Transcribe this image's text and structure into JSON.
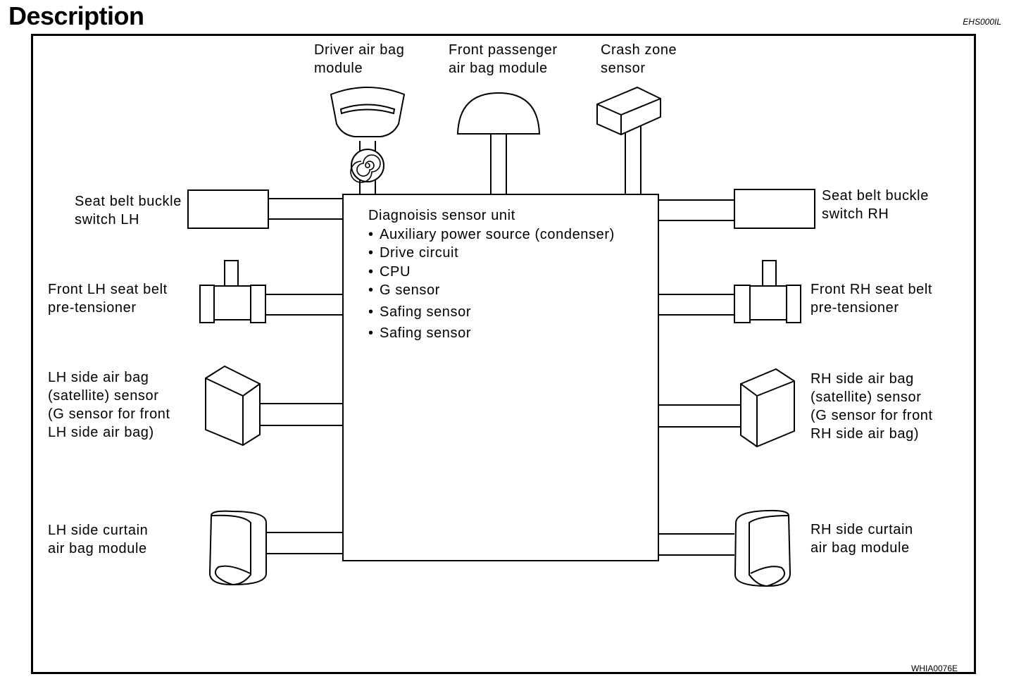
{
  "page": {
    "title": "Description",
    "code": "EHS000IL",
    "figure_id": "WHIA0076E"
  },
  "control_unit": {
    "title": "Diagnoisis sensor unit",
    "items": [
      "Auxiliary power source (condenser)",
      "Drive circuit",
      "CPU",
      "G sensor",
      "Safing sensor",
      "Safing sensor"
    ]
  },
  "labels": {
    "driver_airbag": "Driver air bag\nmodule",
    "passenger_airbag": "Front passenger\nair bag module",
    "crash_zone": "Crash zone\nsensor",
    "buckle_lh": "Seat belt buckle\nswitch LH",
    "buckle_rh": "Seat belt buckle\nswitch RH",
    "pretensioner_lh": "Front LH seat belt\npre-tensioner",
    "pretensioner_rh": "Front RH seat belt\npre-tensioner",
    "side_sensor_lh": "LH side air bag\n(satellite) sensor\n(G sensor for front\nLH side air bag)",
    "side_sensor_rh": "RH side air bag\n(satellite) sensor\n(G sensor for front\nRH side air bag)",
    "curtain_lh": "LH side curtain\nair bag module",
    "curtain_rh": "RH side curtain\nair bag module"
  }
}
